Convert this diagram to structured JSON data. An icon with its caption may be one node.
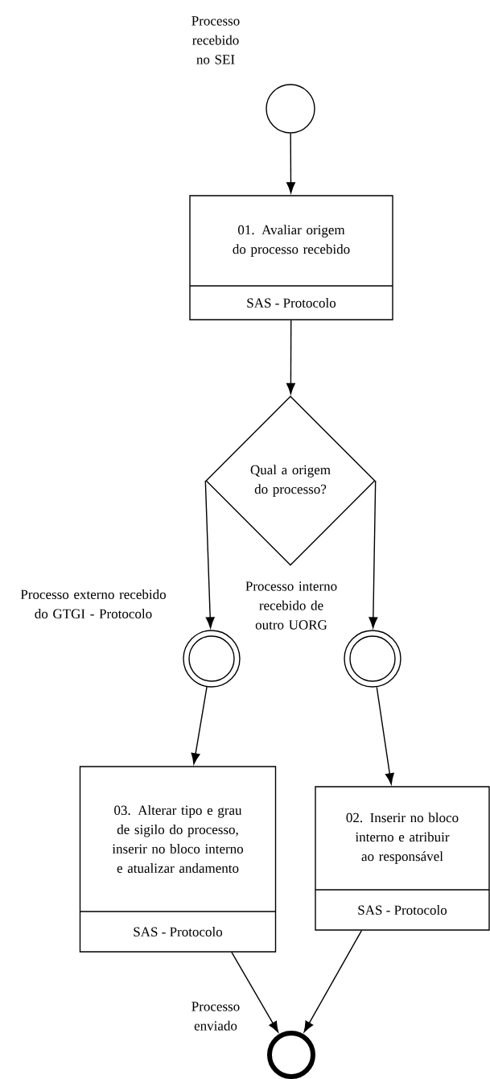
{
  "diagram": {
    "nodes": [
      {
        "text": [],
        "shape": "circle",
        "beside": [
          "Processo recebido no SEI"
        ]
      },
      {
        "text": [
          "01. Avaliar origem do processo recebido",
          "SAS - Protocolo"
        ]
      },
      {
        "text": [
          "Qual a origem do processo?"
        ]
      },
      {
        "text": [],
        "shape": "circle",
        "beside": [
          "Processo externo recebido do GTGI - Protocolo"
        ]
      },
      {
        "text": [],
        "shape": "circle",
        "beside": [
          "Processo interno recebido de outro UORG"
        ]
      },
      {
        "text": [
          "03. Alterar tipo e grau de sigilo do processo, inserir no bloco interno e atualizar andamento",
          "SAS - Protocolo"
        ]
      },
      {
        "text": [
          "02. Inserir no bloco interno e atribuir ao responsável",
          "SAS - Protocolo"
        ]
      },
      {
        "text": [],
        "shape": "circle",
        "beside": [
          "Processo enviado"
        ]
      }
    ],
    "edges": [
      {
        "from": 0,
        "to": 1,
        "arrow": "to"
      },
      {
        "from": 1,
        "to": 2,
        "arrow": "to"
      },
      {
        "from": 2,
        "to": 3,
        "arrow": "to"
      },
      {
        "from": 2,
        "to": 4,
        "arrow": "to"
      },
      {
        "from": 3,
        "to": 5,
        "arrow": "to"
      },
      {
        "from": 4,
        "to": 6,
        "arrow": "to"
      },
      {
        "from": 5,
        "to": 7,
        "arrow": "to"
      },
      {
        "from": 6,
        "to": 7,
        "arrow": "to"
      }
    ]
  }
}
